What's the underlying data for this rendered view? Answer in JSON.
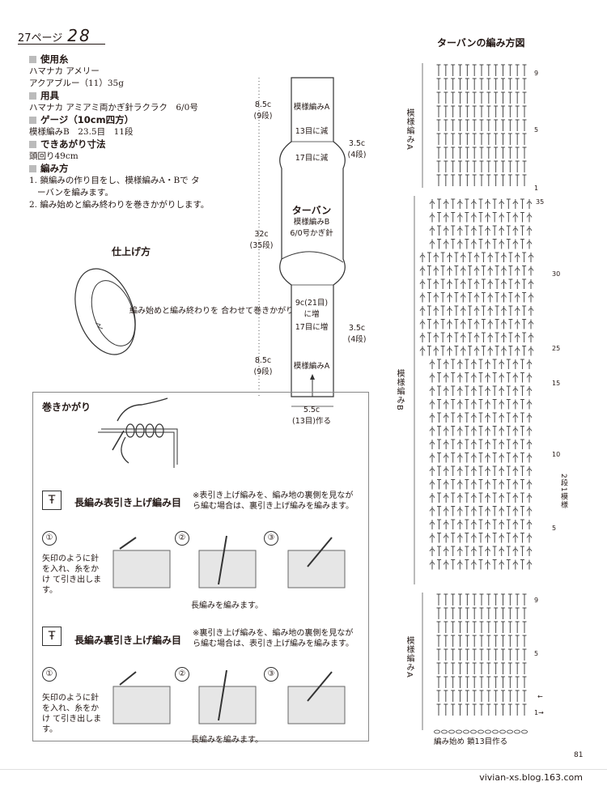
{
  "header": {
    "page_ref": "27ページ",
    "number": "28"
  },
  "spec": {
    "yarn_heading": "使用糸",
    "yarn_brand": "ハマナカ アメリー",
    "yarn_color": "アクアブルー（11）35g",
    "tools_heading": "用具",
    "tools_value": "ハマナカ アミアミ両かぎ針ラクラク　6/0号",
    "gauge_heading": "ゲージ（10cm四方）",
    "gauge_value": "模様編みB　23.5目　11段",
    "size_heading": "できあがり寸法",
    "size_value": "頭回り49cm",
    "method_heading": "編み方",
    "step1": "1. 鎖編みの作り目をし、模様編みA・Bで ターバンを編みます。",
    "step2": "2. 編み始めと編み終わりを巻きかがりします。"
  },
  "finish": {
    "title": "仕上げ方",
    "note": "編み始めと編み終わりを 合わせて巻きかがり"
  },
  "schematic": {
    "top_h": "8.5c",
    "top_rows": "(9段)",
    "label_top_pattern": "模様編みA",
    "dec13": "13目に減",
    "dec17": "17目に減",
    "side_upper": "3.5c",
    "side_upper_rows": "(4段)",
    "mid_h": "32c",
    "mid_rows": "(35段)",
    "name": "ターバン",
    "name_pattern": "模様編みB",
    "name_hook": "6/0号かぎ針",
    "inc21_a": "9c(21目)",
    "inc21_b": "に増",
    "inc17": "17目に増",
    "side_lower": "3.5c",
    "side_lower_rows": "(4段)",
    "bot_h": "8.5c",
    "bot_rows": "(9段)",
    "label_bot_pattern": "模様編みA",
    "width": "5.5c",
    "width_note": "(13目)作る"
  },
  "chart": {
    "title": "ターバンの編み方図",
    "label_a_top": "模様編みA",
    "label_b": "模様編みB",
    "label_a_bot": "模様編みA",
    "repeat_note": "2段1模様",
    "start_note": "編み始め 鎖13目作る",
    "top_rows": [
      "9",
      "5",
      "1"
    ],
    "mid_rows": [
      "35",
      "30",
      "25",
      "15",
      "10",
      "5"
    ],
    "bot_rows": [
      "9",
      "5"
    ],
    "arrow_row1": "1→",
    "arrow_back": "←"
  },
  "howto": {
    "title": "巻きかがり",
    "front_title": "長編み表引き上げ編み目",
    "front_note": "※表引き上げ編みを、編み地の裏側を見なが ら編む場合は、裏引き上げ編みを編みます。",
    "front_step1": "矢印のように針 を入れ、糸をかけ て引き出します。",
    "front_step3": "長編みを編みます。",
    "back_title": "長編み裏引き上げ編み目",
    "back_note": "※裏引き上げ編みを、編み地の裏側を見なが ら編む場合は、表引き上げ編みを編みます。",
    "back_step1": "矢印のように針 を入れ、糸をかけ て引き出します。",
    "back_step3": "長編みを編みます。",
    "step_nums": [
      "①",
      "②",
      "③"
    ]
  },
  "page_number": "81",
  "watermark": "vivian-xs.blog.163.com"
}
